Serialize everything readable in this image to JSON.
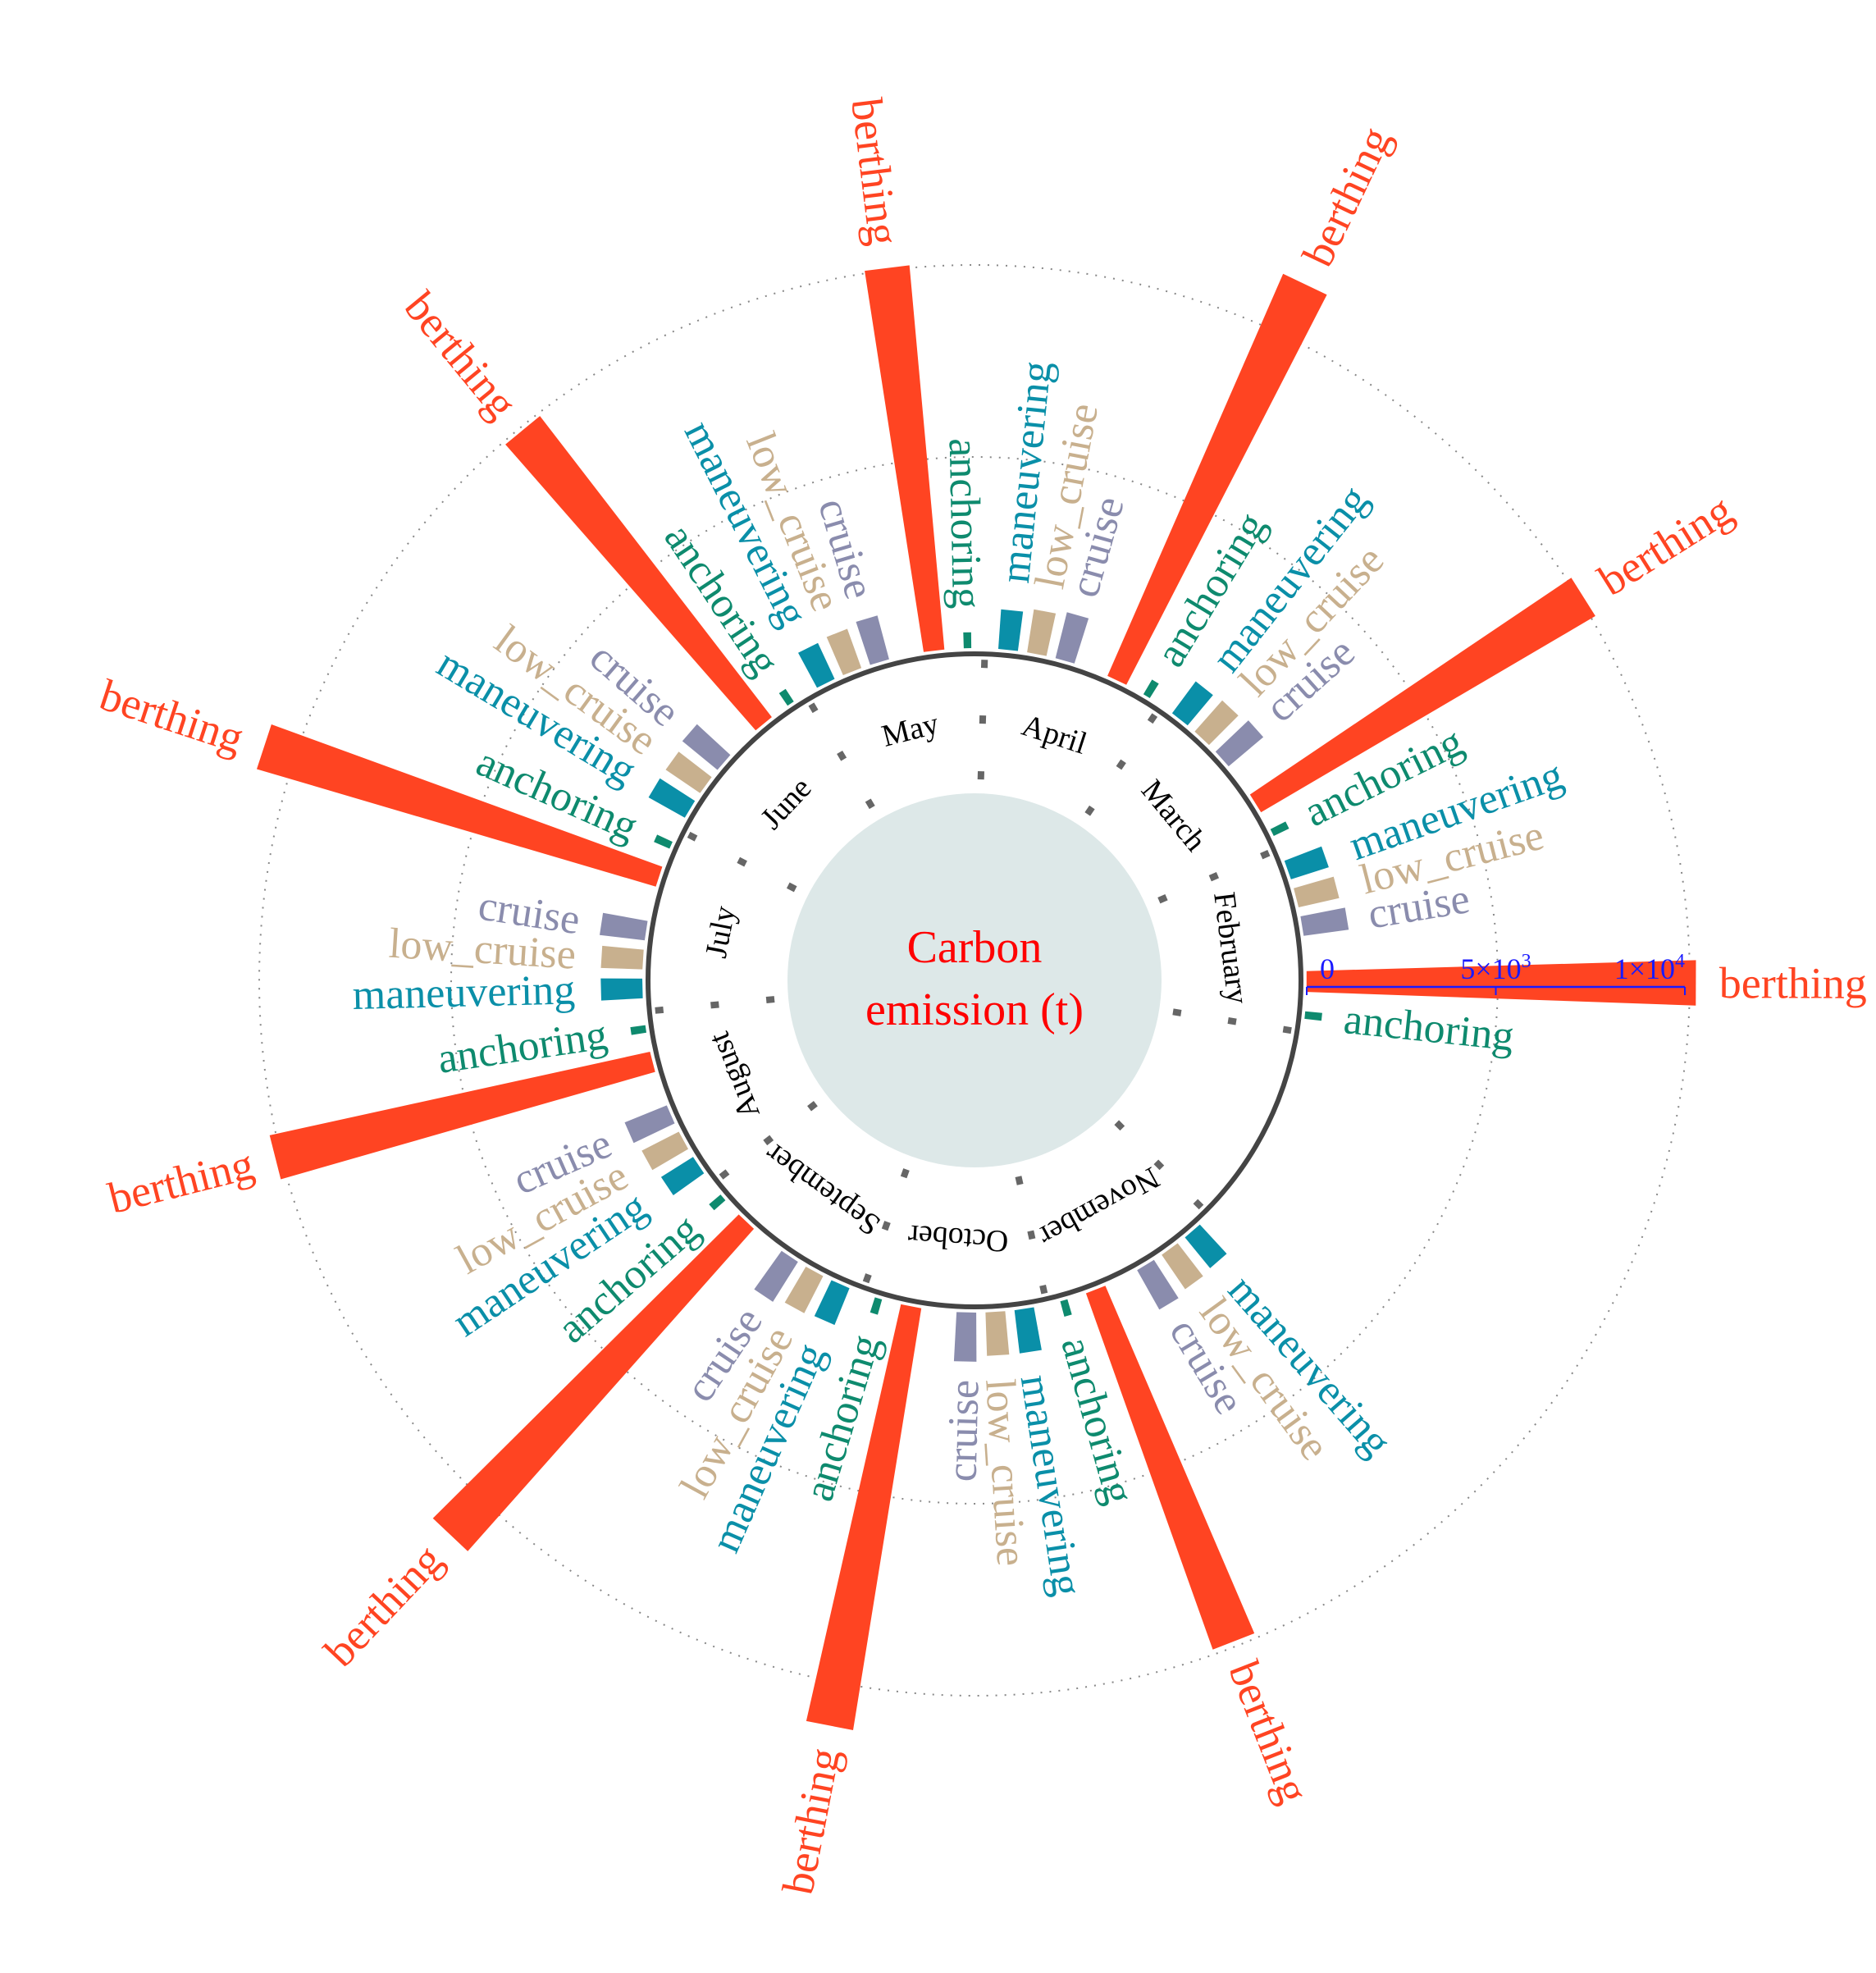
{
  "chart_data": {
    "type": "bar",
    "layout": "radial",
    "center_title": [
      "Carbon",
      "emission (t)"
    ],
    "months": [
      "February",
      "March",
      "April",
      "May",
      "June",
      "July",
      "August",
      "September",
      "October",
      "November"
    ],
    "modes": [
      "anchoring",
      "maneuvering",
      "low_cruise",
      "cruise",
      "berthing"
    ],
    "series": [
      {
        "name": "berthing",
        "color": "#ff4422",
        "values": [
          10300,
          10250,
          11600,
          10200,
          10050,
          11000,
          10300,
          11400,
          11300,
          10000
        ]
      },
      {
        "name": "cruise",
        "color": "#8a8cad",
        "values": [
          1200,
          1200,
          1250,
          1200,
          1200,
          1200,
          1200,
          1250,
          1300,
          1200
        ]
      },
      {
        "name": "low_cruise",
        "color": "#c8b08e",
        "values": [
          1100,
          1100,
          1150,
          1100,
          1100,
          1100,
          1100,
          1100,
          1150,
          1100
        ]
      },
      {
        "name": "maneuvering",
        "color": "#0a8fa8",
        "values": [
          1050,
          1050,
          1050,
          1050,
          1100,
          1100,
          1000,
          1050,
          1150,
          1050
        ]
      },
      {
        "name": "anchoring",
        "color": "#0e8a6e",
        "values": [
          450,
          450,
          450,
          420,
          400,
          450,
          400,
          400,
          420,
          420
        ]
      }
    ],
    "scale_labels": [
      {
        "text": "0"
      },
      {
        "text": "5×10",
        "sup": "3"
      },
      {
        "text": "1×10",
        "sup": "4"
      }
    ],
    "scale_max": 10000,
    "colors": {
      "title": "#ff0000",
      "scale": "#1a1aff",
      "center_fill": "#dde8e8",
      "ring": "#444444",
      "grid": "#888888"
    }
  }
}
